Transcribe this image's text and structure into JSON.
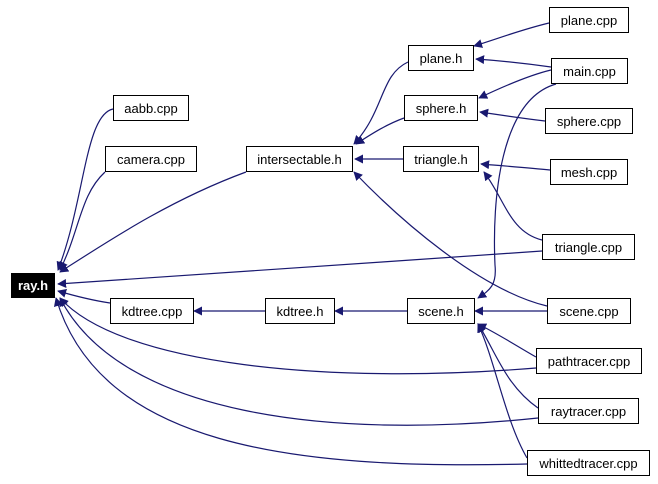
{
  "colors": {
    "edge": "#191970",
    "node_border": "#000000",
    "node_fill": "#ffffff",
    "root_fill": "#000000",
    "root_text": "#ffffff"
  },
  "nodes": {
    "ray_h": "ray.h",
    "aabb_cpp": "aabb.cpp",
    "camera_cpp": "camera.cpp",
    "intersectable_h": "intersectable.h",
    "plane_h": "plane.h",
    "sphere_h": "sphere.h",
    "triangle_h": "triangle.h",
    "kdtree_cpp": "kdtree.cpp",
    "kdtree_h": "kdtree.h",
    "scene_h": "scene.h",
    "plane_cpp": "plane.cpp",
    "main_cpp": "main.cpp",
    "sphere_cpp": "sphere.cpp",
    "mesh_cpp": "mesh.cpp",
    "triangle_cpp": "triangle.cpp",
    "scene_cpp": "scene.cpp",
    "pathtracer_cpp": "pathtracer.cpp",
    "raytracer_cpp": "raytracer.cpp",
    "whittedtracer_cpp": "whittedtracer.cpp"
  },
  "edges": [
    [
      "aabb_cpp",
      "ray_h"
    ],
    [
      "camera_cpp",
      "ray_h"
    ],
    [
      "intersectable_h",
      "ray_h"
    ],
    [
      "triangle_cpp",
      "ray_h"
    ],
    [
      "kdtree_cpp",
      "ray_h"
    ],
    [
      "pathtracer_cpp",
      "ray_h"
    ],
    [
      "raytracer_cpp",
      "ray_h"
    ],
    [
      "whittedtracer_cpp",
      "ray_h"
    ],
    [
      "plane_h",
      "intersectable_h"
    ],
    [
      "sphere_h",
      "intersectable_h"
    ],
    [
      "triangle_h",
      "intersectable_h"
    ],
    [
      "scene_cpp",
      "intersectable_h"
    ],
    [
      "plane_cpp",
      "plane_h"
    ],
    [
      "main_cpp",
      "plane_h"
    ],
    [
      "main_cpp",
      "sphere_h"
    ],
    [
      "sphere_cpp",
      "sphere_h"
    ],
    [
      "mesh_cpp",
      "triangle_h"
    ],
    [
      "triangle_cpp",
      "triangle_h"
    ],
    [
      "kdtree_h",
      "kdtree_cpp"
    ],
    [
      "scene_h",
      "kdtree_h"
    ],
    [
      "main_cpp",
      "scene_h"
    ],
    [
      "scene_cpp",
      "scene_h"
    ],
    [
      "pathtracer_cpp",
      "scene_h"
    ],
    [
      "raytracer_cpp",
      "scene_h"
    ],
    [
      "whittedtracer_cpp",
      "scene_h"
    ]
  ]
}
